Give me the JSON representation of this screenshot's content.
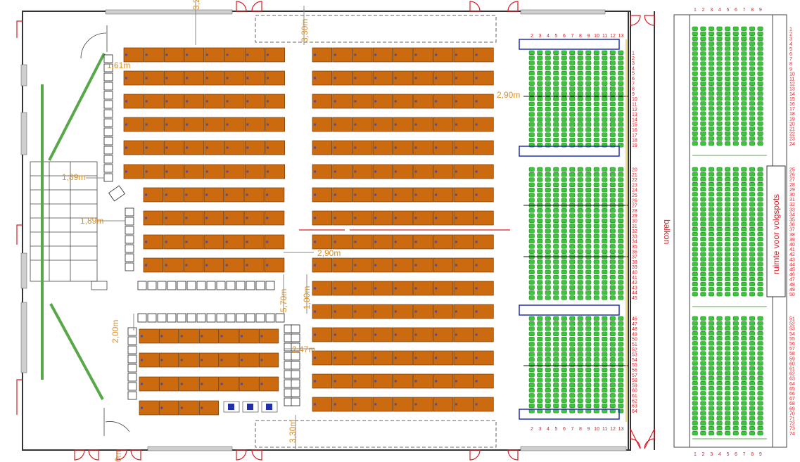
{
  "labels": {
    "balcony": "balkon",
    "spotlight_space": "ruimte voor volgspots"
  },
  "dimensions": {
    "top_gap": "3,30m",
    "top_gap_left": "3,2",
    "stage_side_top": "1,61m",
    "stage_side_mid": "1,89m",
    "stage_side_low": "1,89m",
    "aisle_mid": "2,90m",
    "aisle_right": "2,90m",
    "aisle_vertical": "5,70m",
    "aisle_short": "1,00m",
    "left_block_gap": "2,00m",
    "lower_gap": "2,47m",
    "bottom_gap": "3,30m",
    "bottom_left": "0m"
  },
  "tribune_columns": [
    "2",
    "3",
    "4",
    "5",
    "6",
    "7",
    "8",
    "9",
    "10",
    "11",
    "12",
    "13"
  ],
  "tribune_rows": {
    "block1": [
      "1",
      "2",
      "3",
      "4",
      "5",
      "6",
      "7",
      "8",
      "9",
      "10",
      "11",
      "12",
      "13",
      "14",
      "15",
      "16",
      "17",
      "18",
      "19"
    ],
    "block2": [
      "20",
      "21",
      "22",
      "23",
      "24",
      "25",
      "26",
      "27",
      "28",
      "29",
      "30",
      "31",
      "32",
      "33",
      "34",
      "35",
      "36",
      "37",
      "38",
      "39",
      "40",
      "41",
      "42",
      "43",
      "44",
      "45"
    ],
    "block3": [
      "46",
      "47",
      "48",
      "49",
      "50",
      "51",
      "52",
      "53",
      "54",
      "55",
      "56",
      "57",
      "58",
      "59",
      "60",
      "61",
      "62",
      "63",
      "64"
    ]
  },
  "balcony_columns": [
    "1",
    "2",
    "3",
    "4",
    "5",
    "6",
    "7",
    "8",
    "9"
  ],
  "balcony_rows": {
    "block1": [
      "1",
      "2",
      "3",
      "4",
      "5",
      "6",
      "7",
      "8",
      "9",
      "10",
      "11",
      "12",
      "13",
      "14",
      "15",
      "16",
      "17",
      "18",
      "19",
      "20",
      "21",
      "22",
      "23",
      "24"
    ],
    "block2": [
      "25",
      "26",
      "27",
      "28",
      "29",
      "30",
      "31",
      "32",
      "33",
      "34",
      "35",
      "36",
      "37",
      "38",
      "39",
      "40",
      "41",
      "42",
      "43",
      "44",
      "45",
      "46",
      "47",
      "48",
      "49",
      "50"
    ],
    "block3": [
      "51",
      "52",
      "53",
      "54",
      "55",
      "56",
      "57",
      "58",
      "59",
      "60",
      "61",
      "62",
      "63",
      "64",
      "65",
      "66",
      "67",
      "68",
      "69",
      "70",
      "71",
      "72",
      "73",
      "74"
    ]
  },
  "colors": {
    "table": "#cc6a10",
    "table_edge": "#6e3a05",
    "seat": "#3cc43c",
    "dim": "#d9902a",
    "door": "#d81f26",
    "blue": "#2230a8"
  }
}
